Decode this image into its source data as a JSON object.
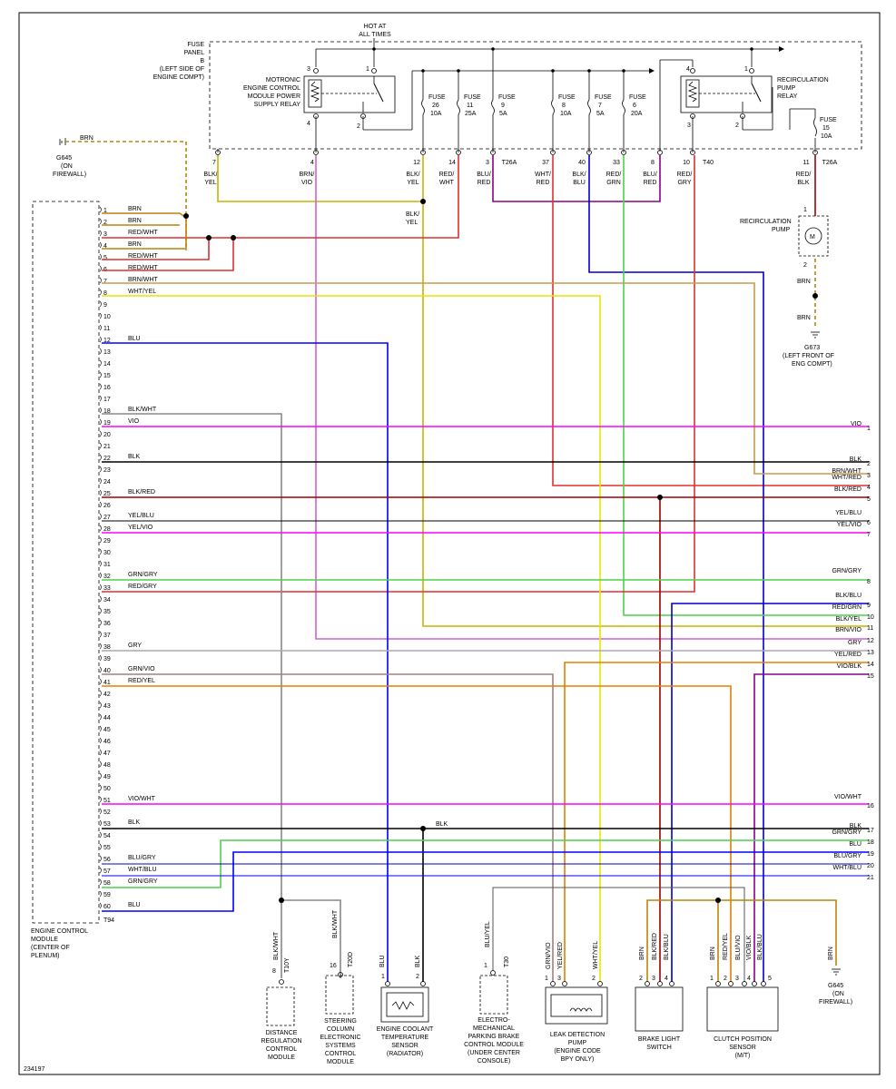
{
  "diagram_id": "234197",
  "fuse_panel": {
    "label_lines": [
      "FUSE",
      "PANEL",
      "B",
      "(LEFT SIDE OF",
      "ENGINE COMPT)"
    ],
    "hot_label": [
      "HOT AT",
      "ALL TIMES"
    ],
    "fuses": [
      {
        "lines": [
          "FUSE",
          "26",
          "10A"
        ]
      },
      {
        "lines": [
          "FUSE",
          "11",
          "25A"
        ]
      },
      {
        "lines": [
          "FUSE",
          "9",
          "5A"
        ]
      },
      {
        "lines": [
          "FUSE",
          "8",
          "10A"
        ]
      },
      {
        "lines": [
          "FUSE",
          "7",
          "5A"
        ]
      },
      {
        "lines": [
          "FUSE",
          "6",
          "20A"
        ]
      },
      {
        "lines": [
          "FUSE",
          "15",
          "10A"
        ]
      }
    ],
    "relay_left": {
      "lines": [
        "MOTRONIC",
        "ENGINE CONTROL",
        "MODULE POWER",
        "SUPPLY RELAY"
      ],
      "pins": [
        "3",
        "1",
        "4",
        "2"
      ]
    },
    "relay_right": {
      "lines": [
        "RECIRCULATION",
        "PUMP",
        "RELAY"
      ],
      "pins": [
        "4",
        "1",
        "3",
        "2"
      ]
    },
    "connectors": {
      "c1": "T26A",
      "c2": "T40",
      "c3": "T26A"
    },
    "outputs": [
      {
        "pin": "7",
        "color": [
          "BLK/",
          "YEL"
        ]
      },
      {
        "pin": "4",
        "color": [
          "BRN/",
          "VIO"
        ]
      },
      {
        "pin": "12",
        "color": [
          "BLK/",
          "YEL"
        ]
      },
      {
        "pin": "14",
        "color": [
          "RED/",
          "WHT"
        ]
      },
      {
        "pin": "3",
        "color": [
          "BLU/",
          "RED"
        ]
      },
      {
        "pin": "37",
        "color": [
          "WHT/",
          "RED"
        ]
      },
      {
        "pin": "40",
        "color": [
          "BLK/",
          "BLU"
        ]
      },
      {
        "pin": "33",
        "color": [
          "RED/",
          "GRN"
        ]
      },
      {
        "pin": "8",
        "color": [
          "BLU/",
          "RED"
        ]
      },
      {
        "pin": "10",
        "color": [
          "RED/",
          "GRY"
        ]
      },
      {
        "pin": "11",
        "color": [
          "RED/",
          "BLK"
        ]
      }
    ]
  },
  "ground_g645_top": {
    "wire": "BRN",
    "lines": [
      "G645",
      "(ON",
      "FIREWALL)"
    ]
  },
  "splice_label": [
    "BLK/",
    "YEL"
  ],
  "ecm": {
    "label_lines": [
      "ENGINE CONTROL",
      "MODULE",
      "(CENTER OF",
      "PLENUM)"
    ],
    "connector": "T94",
    "pins": [
      {
        "n": "1",
        "w": "BRN"
      },
      {
        "n": "2",
        "w": "BRN"
      },
      {
        "n": "3",
        "w": "RED/WHT"
      },
      {
        "n": "4",
        "w": "BRN"
      },
      {
        "n": "5",
        "w": "RED/WHT"
      },
      {
        "n": "6",
        "w": "RED/WHT"
      },
      {
        "n": "7",
        "w": "BRN/WHT"
      },
      {
        "n": "8",
        "w": "WHT/YEL"
      },
      {
        "n": "9",
        "w": ""
      },
      {
        "n": "10",
        "w": ""
      },
      {
        "n": "11",
        "w": ""
      },
      {
        "n": "12",
        "w": "BLU"
      },
      {
        "n": "13",
        "w": ""
      },
      {
        "n": "14",
        "w": ""
      },
      {
        "n": "15",
        "w": ""
      },
      {
        "n": "16",
        "w": ""
      },
      {
        "n": "17",
        "w": ""
      },
      {
        "n": "18",
        "w": "BLK/WHT"
      },
      {
        "n": "19",
        "w": "VIO"
      },
      {
        "n": "20",
        "w": ""
      },
      {
        "n": "21",
        "w": ""
      },
      {
        "n": "22",
        "w": "BLK"
      },
      {
        "n": "23",
        "w": ""
      },
      {
        "n": "24",
        "w": ""
      },
      {
        "n": "25",
        "w": "BLK/RED"
      },
      {
        "n": "26",
        "w": ""
      },
      {
        "n": "27",
        "w": "YEL/BLU"
      },
      {
        "n": "28",
        "w": "YEL/VIO"
      },
      {
        "n": "29",
        "w": ""
      },
      {
        "n": "30",
        "w": ""
      },
      {
        "n": "31",
        "w": ""
      },
      {
        "n": "32",
        "w": "GRN/GRY"
      },
      {
        "n": "33",
        "w": "RED/GRY"
      },
      {
        "n": "34",
        "w": ""
      },
      {
        "n": "35",
        "w": ""
      },
      {
        "n": "36",
        "w": ""
      },
      {
        "n": "37",
        "w": ""
      },
      {
        "n": "38",
        "w": "GRY"
      },
      {
        "n": "39",
        "w": ""
      },
      {
        "n": "40",
        "w": "GRN/VIO"
      },
      {
        "n": "41",
        "w": "RED/YEL"
      },
      {
        "n": "42",
        "w": ""
      },
      {
        "n": "43",
        "w": ""
      },
      {
        "n": "44",
        "w": ""
      },
      {
        "n": "45",
        "w": ""
      },
      {
        "n": "46",
        "w": ""
      },
      {
        "n": "47",
        "w": ""
      },
      {
        "n": "48",
        "w": ""
      },
      {
        "n": "49",
        "w": ""
      },
      {
        "n": "50",
        "w": ""
      },
      {
        "n": "51",
        "w": "VIO/WHT"
      },
      {
        "n": "52",
        "w": ""
      },
      {
        "n": "53",
        "w": "BLK"
      },
      {
        "n": "54",
        "w": ""
      },
      {
        "n": "55",
        "w": ""
      },
      {
        "n": "56",
        "w": "BLU/GRY"
      },
      {
        "n": "57",
        "w": "WHT/BLU"
      },
      {
        "n": "58",
        "w": "GRN/GRY"
      },
      {
        "n": "59",
        "w": ""
      },
      {
        "n": "60",
        "w": "BLU"
      }
    ]
  },
  "right_refs": [
    {
      "n": "1",
      "w": "VIO"
    },
    {
      "n": "2",
      "w": "BLK"
    },
    {
      "n": "3",
      "w": "BRN/WHT"
    },
    {
      "n": "",
      "w": "WHT/RED"
    },
    {
      "n": "4",
      "w": ""
    },
    {
      "n": "",
      "w": "BLK/RED"
    },
    {
      "n": "5",
      "w": ""
    },
    {
      "n": "",
      "w": "YEL/BLU"
    },
    {
      "n": "6",
      "w": ""
    },
    {
      "n": "",
      "w": "YEL/VIO"
    },
    {
      "n": "7",
      "w": ""
    },
    {
      "n": "",
      "w": "GRN/GRY"
    },
    {
      "n": "8",
      "w": ""
    },
    {
      "n": "",
      "w": "BLK/BLU"
    },
    {
      "n": "9",
      "w": ""
    },
    {
      "n": "",
      "w": "RED/GRN"
    },
    {
      "n": "10",
      "w": ""
    },
    {
      "n": "",
      "w": "BLK/YEL"
    },
    {
      "n": "11",
      "w": ""
    },
    {
      "n": "",
      "w": "BRN/VIO"
    },
    {
      "n": "12",
      "w": ""
    },
    {
      "n": "",
      "w": "GRY"
    },
    {
      "n": "13",
      "w": ""
    },
    {
      "n": "",
      "w": "YEL/RED"
    },
    {
      "n": "14",
      "w": ""
    },
    {
      "n": "",
      "w": "VIO/BLK"
    },
    {
      "n": "15",
      "w": ""
    },
    {
      "n": "",
      "w": "VIO/WHT"
    },
    {
      "n": "16",
      "w": ""
    },
    {
      "n": "",
      "w": "BLK"
    },
    {
      "n": "17",
      "w": ""
    },
    {
      "n": "",
      "w": "GRN/GRY"
    },
    {
      "n": "18",
      "w": ""
    },
    {
      "n": "",
      "w": "BLU"
    },
    {
      "n": "19",
      "w": ""
    },
    {
      "n": "",
      "w": "BLU/GRY"
    },
    {
      "n": "20",
      "w": ""
    },
    {
      "n": "",
      "w": "WHT/BLU"
    },
    {
      "n": "21",
      "w": ""
    }
  ],
  "mid_label_blk": "BLK",
  "pump": {
    "title": [
      "RECIRCULATION",
      "PUMP"
    ],
    "pins": [
      "1",
      "2"
    ],
    "icon_letter": "M",
    "wire1": "BRN",
    "wire2": "BRN",
    "ground": [
      "G673",
      "(LEFT FRONT OF",
      "ENG COMPT)"
    ]
  },
  "components": [
    {
      "id": "dist",
      "lines": [
        "DISTANCE",
        "REGULATION",
        "CONTROL",
        "MODULE"
      ],
      "pin": "8",
      "conn": "T10Y",
      "wire": "BLK/WHT"
    },
    {
      "id": "steer",
      "lines": [
        "STEERING",
        "COLUMN",
        "ELECTRONIC",
        "SYSTEMS",
        "CONTROL",
        "MODULE"
      ],
      "pin": "16",
      "conn": "T20D",
      "wire": "BLK/WHT"
    },
    {
      "id": "ect",
      "lines": [
        "ENGINE COOLANT",
        "TEMPERATURE",
        "SENSOR",
        "(RADIATOR)"
      ],
      "pins": [
        "1",
        "2"
      ],
      "wires": [
        "BLU",
        "BLK"
      ]
    },
    {
      "id": "epb",
      "lines": [
        "ELECTRO-",
        "MECHANICAL",
        "PARKING BRAKE",
        "CONTROL MODULE",
        "(UNDER CENTER",
        "CONSOLE)"
      ],
      "pin": "1",
      "conn": "T30",
      "wire": "BLU/YEL"
    },
    {
      "id": "ldp",
      "lines": [
        "LEAK DETECTION",
        "PUMP",
        "(ENGINE CODE",
        "BPY ONLY)"
      ],
      "pins": [
        "1",
        "3",
        "2"
      ],
      "wires": [
        "GRN/VIO",
        "YEL/RED",
        "WHT/YEL"
      ]
    },
    {
      "id": "bls",
      "lines": [
        "BRAKE LIGHT",
        "SWITCH"
      ],
      "pins": [
        "2",
        "3",
        "4"
      ],
      "wires": [
        "BRN",
        "BLK/RED",
        "BLK/BLU"
      ]
    },
    {
      "id": "cps",
      "lines": [
        "CLUTCH POSITION",
        "SENSOR",
        "(M/T)"
      ],
      "pins": [
        "1",
        "2",
        "3",
        "4",
        "5"
      ],
      "wires": [
        "BRN",
        "RED/YEL",
        "BLU/VIO",
        "VIO/BLK",
        "BLK/BLU"
      ]
    }
  ],
  "ground_g645_bottom": {
    "wire": "BRN",
    "lines": [
      "G645",
      "(ON",
      "FIREWALL)"
    ]
  },
  "wire_colors": {
    "brn": "#b8860b",
    "red": "#e03030",
    "blk": "#000000",
    "vio": "#ff00ff",
    "yel": "#e6e600",
    "blu": "#0000ff",
    "grn": "#4cd24c",
    "gry": "#aaaaaa",
    "darkred": "#a00000",
    "purple": "#8b008b",
    "tan": "#c89a50",
    "orange": "#e08000",
    "brnvio": "#d060d0",
    "grnvio": "#a08080"
  }
}
